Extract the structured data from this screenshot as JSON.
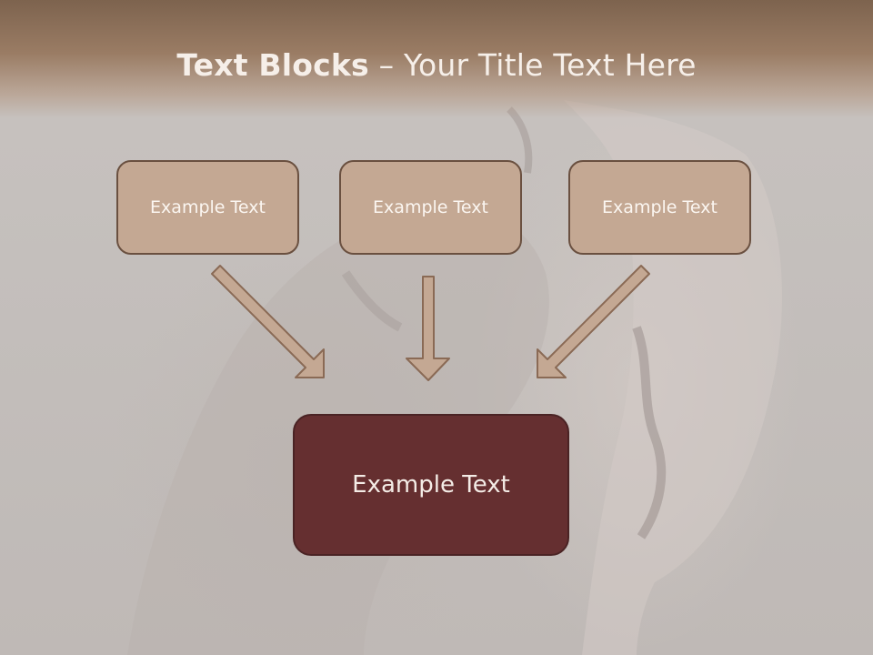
{
  "title": {
    "bold": "Text Blocks",
    "separator": " – ",
    "rest": "Your Title Text Here"
  },
  "blocks": {
    "left": "Example Text",
    "center": "Example Text",
    "right": "Example Text",
    "main": "Example Text"
  },
  "colors": {
    "header": "#8a6e58",
    "box_fill": "#c4a893",
    "box_border": "#6a5040",
    "main_fill": "#652f30",
    "arrow_fill": "#c4a893",
    "arrow_stroke": "#8a6a55"
  }
}
